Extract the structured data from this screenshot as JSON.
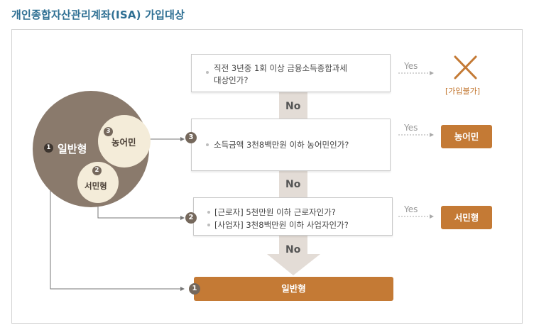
{
  "page_title": "개인종합자산관리계좌(ISA) 가입대상",
  "colors": {
    "title": "#2e6f93",
    "accent": "#c47a35",
    "circle_dark": "#8a7a6c",
    "circle_light": "#f4ecd9",
    "connector": "#e3dcd6"
  },
  "circles": {
    "general": {
      "num": "1",
      "label": "일반형"
    },
    "farmer": {
      "num": "3",
      "label": "농어민"
    },
    "lowincome": {
      "num": "2",
      "label": "서민형"
    }
  },
  "questions": [
    {
      "num": "",
      "lines": [
        "직전 3년중 1회 이상 금융소득종합과세",
        "대상인가?"
      ]
    },
    {
      "num": "3",
      "lines": [
        "소득금액 3천8백만원 이하 농어민인가?"
      ]
    },
    {
      "num": "2",
      "lines": [
        "[근로자] 5천만원 이하 근로자인가?",
        "[사업자] 3천8백만원 이하 사업자인가?"
      ]
    }
  ],
  "branch_labels": {
    "yes": "Yes",
    "no": "No"
  },
  "results": {
    "ineligible_icon": "x-icon",
    "ineligible_label": "[가입불가]",
    "farmer": "농어민",
    "lowincome": "서민형",
    "general_num": "1",
    "general": "일반형"
  }
}
